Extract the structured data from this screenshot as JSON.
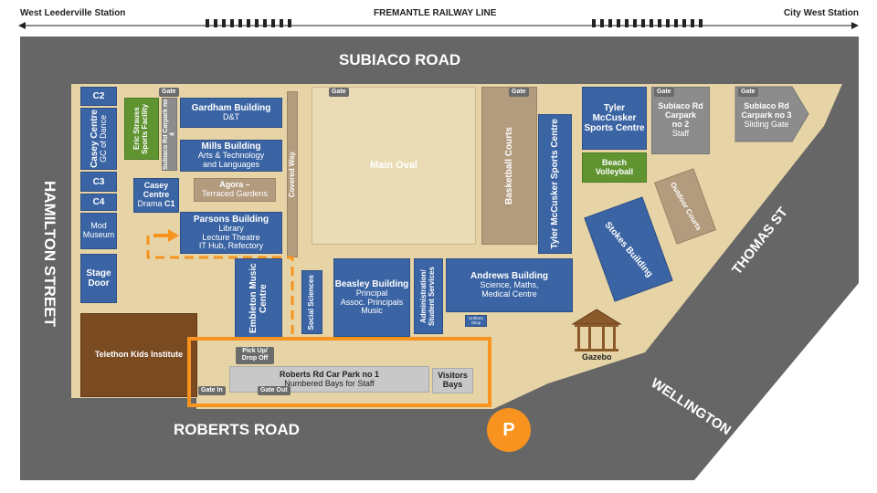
{
  "rail": {
    "left_station": "West Leederville Station",
    "line_name": "FREMANTLE RAILWAY LINE",
    "right_station": "City West Station"
  },
  "roads": {
    "north": "SUBIACO ROAD",
    "west": "HAMILTON STREET",
    "south": "ROBERTS ROAD",
    "east": "THOMAS ST",
    "southeast": "WELLINGTON ST"
  },
  "gate_label": "Gate",
  "buildings": {
    "c2": "C2",
    "casey_gc": {
      "name": "Casey Centre",
      "sub": "GC of Dance"
    },
    "c3": "C3",
    "c4": "C4",
    "mod_museum": "Mod Museum",
    "stage_door": "Stage Door",
    "eric_strauss": "Eric Strauss Sports Facility",
    "subiaco_carpark4": "Subiaco Rd Carpark no 4",
    "casey_drama": {
      "name": "Casey Centre",
      "sub_prefix": "Drama ",
      "sub_bold": "C1"
    },
    "gardham": {
      "name": "Gardham Building",
      "sub": "D&T"
    },
    "mills": {
      "name": "Mills Building",
      "sub1": "Arts & Technology",
      "sub2": "and Languages"
    },
    "agora": {
      "name": "Agora –",
      "sub": "Terraced Gardens"
    },
    "parsons": {
      "name": "Parsons Building",
      "sub1": "Library",
      "sub2": "Lecture Theatre",
      "sub3": "IT Hub, Refectory"
    },
    "covered_way": "Covered Way",
    "main_oval": "Main Oval",
    "basketball": "Basketball Courts",
    "tyler_sports": {
      "line1": "Tyler",
      "line2": "McCusker",
      "line3": "Sports Centre"
    },
    "tyler_vertical": "Tyler McCusker Sports Centre",
    "beach_volleyball": "Beach Volleyball",
    "carpark2": {
      "line1": "Subiaco Rd",
      "line2": "Carpark",
      "line3": "no 2",
      "sub": "Staff"
    },
    "carpark3": {
      "line1": "Subiaco Rd",
      "line2": "Carpark no 3",
      "sub": "Sliding Gate"
    },
    "outdoor_courts": "Outdoor Courts",
    "stokes": "Stokes Building",
    "embleton": "Embleton Music Centre",
    "social_sciences": "Social Sciences",
    "beasley": {
      "name": "Beasley Building",
      "sub1": "Principal",
      "sub2": "Assoc. Principals",
      "sub3": "Music"
    },
    "admin": "Administration/ Student Services",
    "andrews": {
      "name": "Andrews Building",
      "sub1": "Science, Maths,",
      "sub2": "Medical Centre"
    },
    "uniform_shop": "Uniform Shop",
    "gazebo": "Gazebo",
    "telethon": "Telethon Kids Institute"
  },
  "carpark1": {
    "name": "Roberts Rd Car Park no 1",
    "sub": "Numbered Bays for Staff",
    "visitors": "Visitors Bays",
    "pickup": "Pick Up/ Drop Off",
    "gate_in": "Gate In",
    "gate_out": "Gate Out"
  },
  "parking_symbol": "P",
  "colors": {
    "road": "#666666",
    "campus": "#e6d4a6",
    "building_blue": "#3b64a4",
    "sports_green": "#5f9431",
    "highlight_orange": "#f7931e",
    "telethon_brown": "#7a4a21"
  }
}
